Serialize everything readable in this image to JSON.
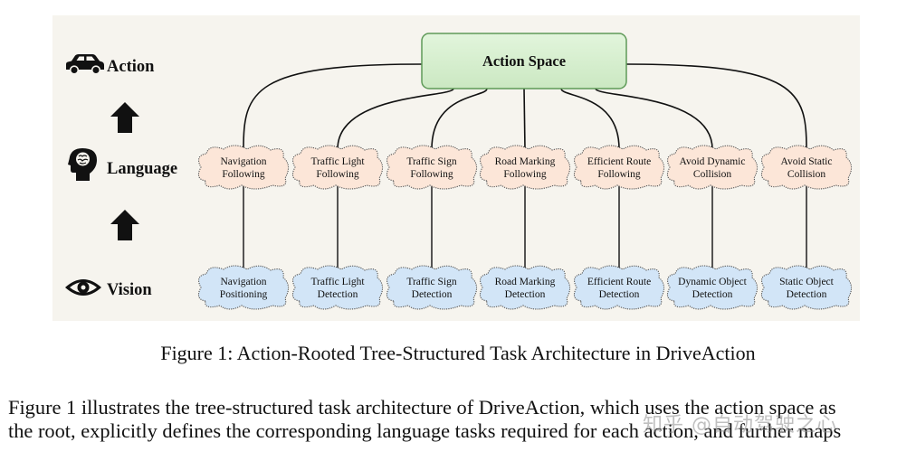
{
  "diagram": {
    "root_label": "Action Space",
    "levels": {
      "action": "Action",
      "language": "Language",
      "vision": "Vision"
    },
    "icons": {
      "action": "car-icon",
      "language": "brain-head-icon",
      "vision": "eye-icon",
      "arrows": "up-arrow-icon"
    },
    "language_tasks": [
      [
        "Navigation",
        "Following"
      ],
      [
        "Traffic Light",
        "Following"
      ],
      [
        "Traffic Sign",
        "Following"
      ],
      [
        "Road Marking",
        "Following"
      ],
      [
        "Efficient Route",
        "Following"
      ],
      [
        "Avoid Dynamic",
        "Collision"
      ],
      [
        "Avoid Static",
        "Collision"
      ]
    ],
    "vision_tasks": [
      [
        "Navigation",
        "Positioning"
      ],
      [
        "Traffic Light",
        "Detection"
      ],
      [
        "Traffic Sign",
        "Detection"
      ],
      [
        "Road Marking",
        "Detection"
      ],
      [
        "Efficient Route",
        "Detection"
      ],
      [
        "Dynamic Object",
        "Detection"
      ],
      [
        "Static Object",
        "Detection"
      ]
    ],
    "colors": {
      "background": "#f6f4ee",
      "root_fill": "#d5efce",
      "root_stroke": "#5f9a58",
      "language_fill": "#fce6d8",
      "vision_fill": "#d2e5f7",
      "cloud_stroke": "#555555"
    }
  },
  "caption": "Figure 1: Action-Rooted Tree-Structured Task Architecture in DriveAction",
  "paragraph": {
    "line1": "Figure 1 illustrates the tree-structured task architecture of DriveAction, which uses the action space as",
    "line2": "the root, explicitly defines the corresponding language tasks required for each action, and further maps"
  },
  "watermark": "知乎 @自动驾驶之心"
}
